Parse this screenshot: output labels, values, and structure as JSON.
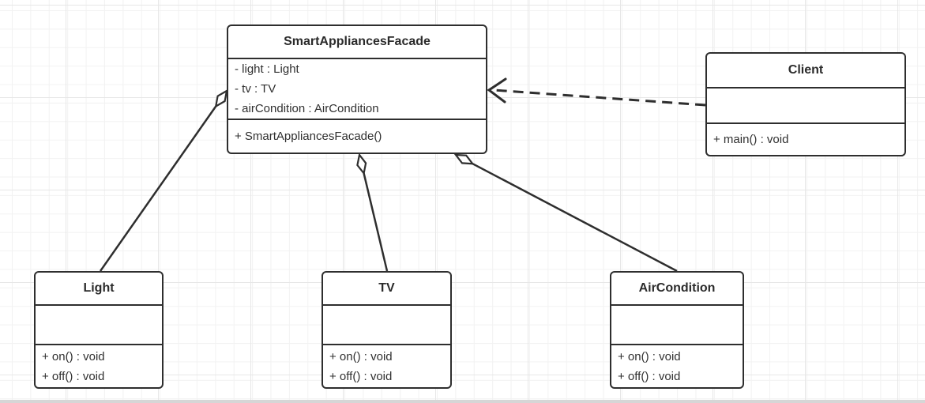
{
  "diagram": {
    "type": "uml-class-diagram",
    "classes": [
      {
        "name": "SmartAppliancesFacade",
        "attributes": [
          "- light : Light",
          "- tv : TV",
          "- airCondition : AirCondition"
        ],
        "methods": [
          "+ SmartAppliancesFacade()"
        ]
      },
      {
        "name": "Client",
        "attributes": [],
        "methods": [
          "+ main() : void"
        ]
      },
      {
        "name": "Light",
        "attributes": [],
        "methods": [
          "+ on() : void",
          "+ off() : void"
        ]
      },
      {
        "name": "TV",
        "attributes": [],
        "methods": [
          "+ on() : void",
          "+ off() : void"
        ]
      },
      {
        "name": "AirCondition",
        "attributes": [],
        "methods": [
          "+ on() : void",
          "+ off() : void"
        ]
      }
    ],
    "relationships": [
      {
        "from": "Client",
        "to": "SmartAppliancesFacade",
        "type": "dependency",
        "marker": "dashed-line-open-arrow"
      },
      {
        "from": "SmartAppliancesFacade",
        "to": "Light",
        "type": "aggregation",
        "marker": "open-diamond"
      },
      {
        "from": "SmartAppliancesFacade",
        "to": "TV",
        "type": "aggregation",
        "marker": "open-diamond"
      },
      {
        "from": "SmartAppliancesFacade",
        "to": "AirCondition",
        "type": "aggregation",
        "marker": "open-diamond"
      }
    ],
    "colors": {
      "stroke": "#2e2e2e",
      "class_fill": "#ffffff",
      "text": "#303030",
      "grid_minor": "#f2f2f2",
      "grid_major": "#e7e7e7",
      "bottom_strip": "#d6d6d6"
    }
  }
}
